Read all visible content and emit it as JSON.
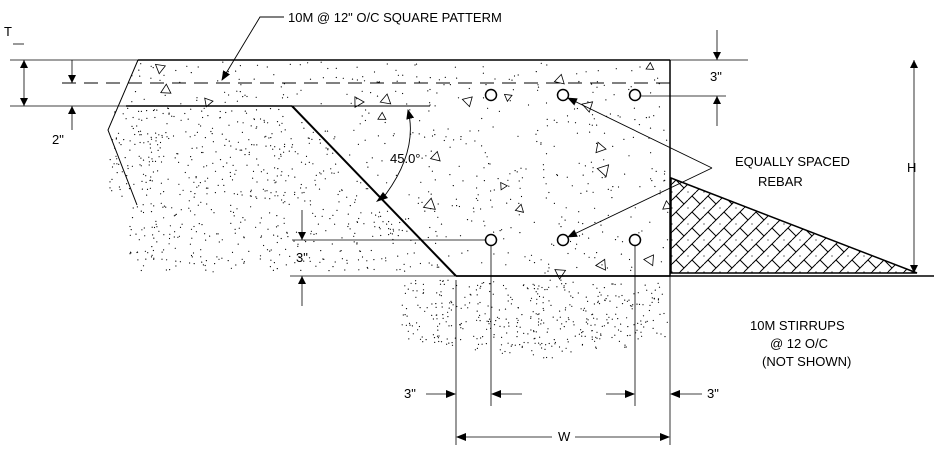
{
  "labels": {
    "mesh_callout": "10M @ 12\" O/C SQUARE PATTERM",
    "T": "T",
    "two_in": "2\"",
    "three_in_top": "3\"",
    "H": "H",
    "angle": "45.0°",
    "equally_spaced_1": "EQUALLY SPACED",
    "equally_spaced_2": "REBAR",
    "three_in_bottom": "3\"",
    "stirrups_1": "10M STIRRUPS",
    "stirrups_2": "@ 12 O/C",
    "stirrups_3": "(NOT SHOWN)",
    "three_in_left": "3\"",
    "three_in_right": "3\"",
    "W": "W"
  }
}
